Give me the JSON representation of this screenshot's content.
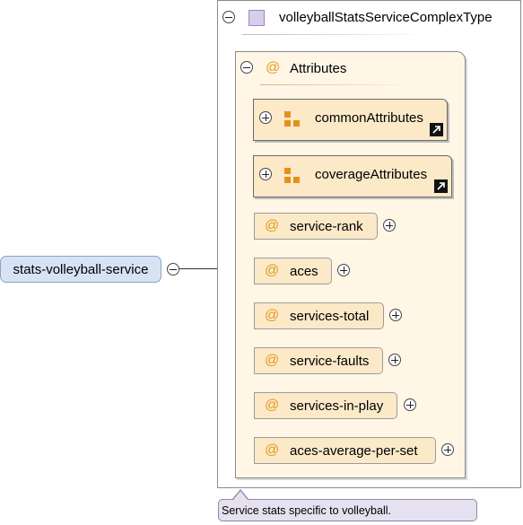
{
  "element": {
    "name": "stats-volleyball-service"
  },
  "complex_type": {
    "name": "volleyballStatsServiceComplexType"
  },
  "attributes_group": {
    "title": "Attributes",
    "at_symbol": "@",
    "group_refs": [
      {
        "name": "commonAttributes"
      },
      {
        "name": "coverageAttributes"
      }
    ],
    "attributes": [
      {
        "name": "service-rank"
      },
      {
        "name": "aces"
      },
      {
        "name": "services-total"
      },
      {
        "name": "service-faults"
      },
      {
        "name": "services-in-play"
      },
      {
        "name": "aces-average-per-set"
      }
    ]
  },
  "annotation": {
    "text": "Service stats specific to volleyball."
  },
  "colors": {
    "element_fill": "#d7e3f4",
    "attribute_fill": "#fbe9c8",
    "group_fill": "#fff6e6",
    "annotation_fill": "#e6e1f1",
    "accent": "#e29a1a"
  },
  "icons": {
    "collapse": "minus-circle-icon",
    "expand": "plus-circle-icon",
    "complex_type": "complex-type-icon",
    "attribute": "at-sign-icon",
    "attribute_group": "attribute-group-icon",
    "reference": "reference-arrow-icon"
  }
}
